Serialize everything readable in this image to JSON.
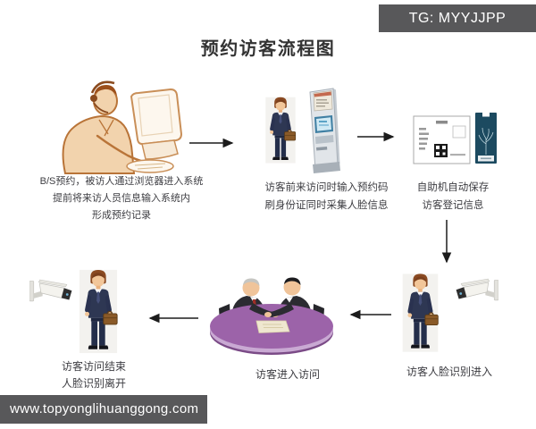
{
  "badge": {
    "text": "TG: MYYJJPP"
  },
  "title": "预约访客流程图",
  "steps": [
    {
      "name": "web-booking",
      "lines": [
        "B/S预约，被访人通过浏览器进入系统",
        "提前将来访人员信息输入系统内",
        "形成预约记录"
      ]
    },
    {
      "name": "kiosk-checkin",
      "lines": [
        "访客前来访问时输入预约码",
        "刷身份证同时采集人脸信息"
      ]
    },
    {
      "name": "auto-save-registration",
      "lines": [
        "自助机自动保存",
        "访客登记信息"
      ]
    },
    {
      "name": "face-recognition-entry",
      "lines": [
        "访客人脸识别进入"
      ]
    },
    {
      "name": "visit-in-progress",
      "lines": [
        "访客进入访问"
      ]
    },
    {
      "name": "visit-end-leave",
      "lines": [
        "访客访问结束",
        "人脸识别离开"
      ]
    }
  ],
  "footer": {
    "url": "www.topyonglihuanggong.com"
  },
  "icons": {
    "step1": "person-at-computer-sketch-icon",
    "step2": "visitor-and-kiosk-icon",
    "step3": "registration-slip-and-pass-icon",
    "step4": "visitor-and-cctv-icon",
    "step5": "meeting-round-table-icon",
    "step6": "cctv-and-visitor-icon"
  },
  "colors": {
    "bar_bg": "#58585a",
    "bar_text": "#ffffff",
    "title_text": "#333333",
    "caption_text": "#3d3d42",
    "arrow": "#1c1c1c",
    "table_purple": "#9c63a9",
    "table_rim": "#c9a9d3",
    "suit_navy": "#2e3753",
    "skin": "#f2c699",
    "briefcase_brown": "#8a5a28",
    "pass_blue": "#1c4a60",
    "sketch_tan": "#f2d3ad",
    "kiosk_screen": "#3f7fa3",
    "tie_red": "#9e2f28"
  }
}
